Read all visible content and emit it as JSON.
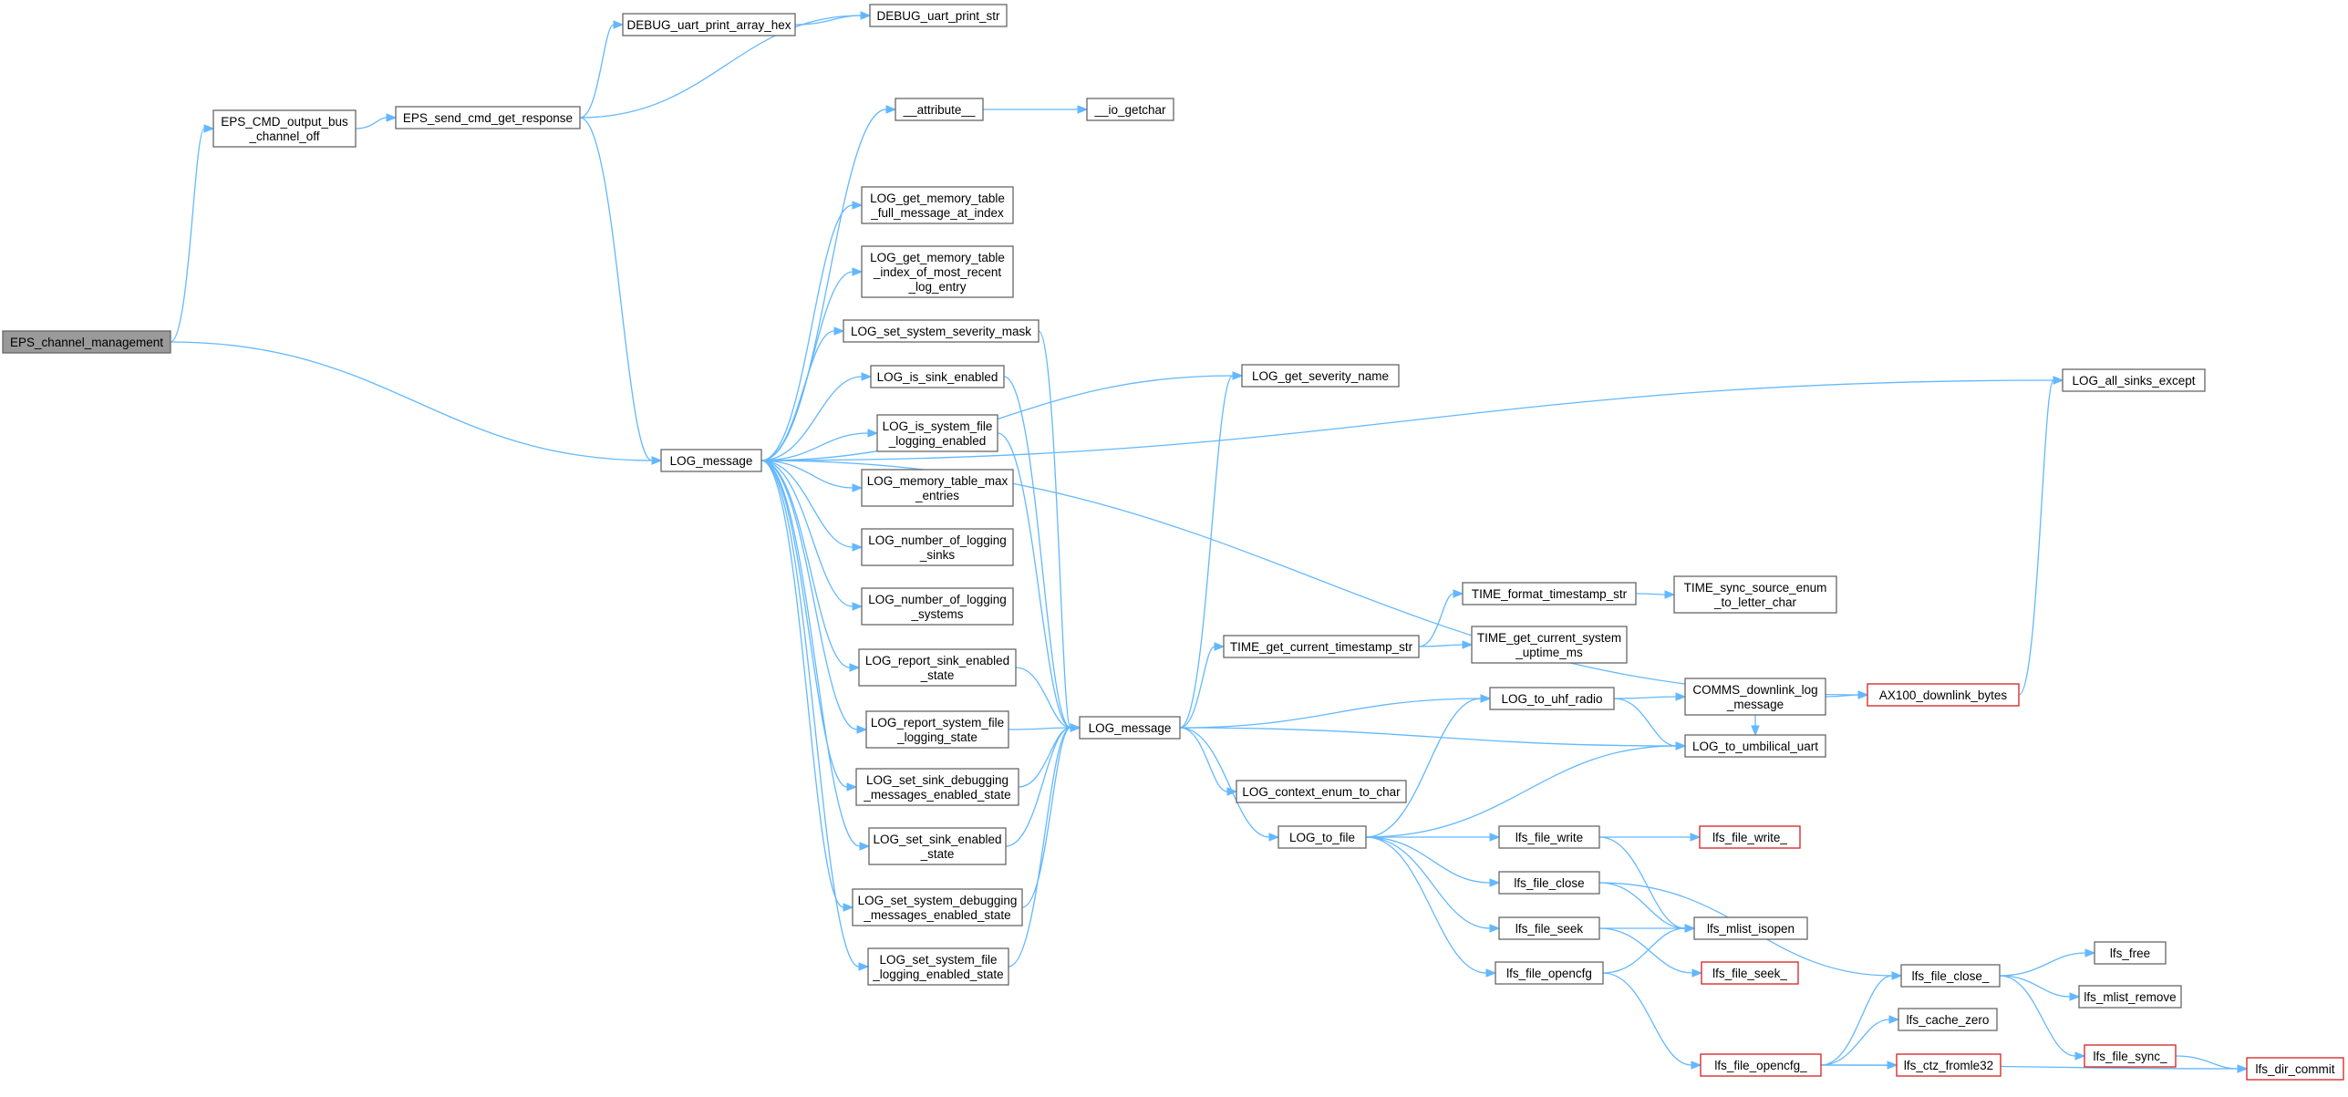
{
  "nodes": [
    {
      "id": "root",
      "label": [
        "EPS_channel_management"
      ],
      "style": "root"
    },
    {
      "id": "cmd_off",
      "label": [
        "EPS_CMD_output_bus",
        "_channel_off"
      ]
    },
    {
      "id": "send_cmd",
      "label": [
        "EPS_send_cmd_get_response"
      ]
    },
    {
      "id": "dbg_hex",
      "label": [
        "DEBUG_uart_print_array_hex"
      ]
    },
    {
      "id": "dbg_str",
      "label": [
        "DEBUG_uart_print_str"
      ]
    },
    {
      "id": "logmsg1",
      "label": [
        "LOG_message"
      ]
    },
    {
      "id": "attr",
      "label": [
        "__attribute__"
      ]
    },
    {
      "id": "getchar",
      "label": [
        "__io_getchar"
      ]
    },
    {
      "id": "gmt_full",
      "label": [
        "LOG_get_memory_table",
        "_full_message_at_index"
      ]
    },
    {
      "id": "gmt_idx",
      "label": [
        "LOG_get_memory_table",
        "_index_of_most_recent",
        "_log_entry"
      ]
    },
    {
      "id": "set_sev",
      "label": [
        "LOG_set_system_severity_mask"
      ]
    },
    {
      "id": "is_sink",
      "label": [
        "LOG_is_sink_enabled"
      ]
    },
    {
      "id": "is_sysfile",
      "label": [
        "LOG_is_system_file",
        "_logging_enabled"
      ]
    },
    {
      "id": "mem_max",
      "label": [
        "LOG_memory_table_max",
        "_entries"
      ]
    },
    {
      "id": "num_sinks",
      "label": [
        "LOG_number_of_logging",
        "_sinks"
      ]
    },
    {
      "id": "num_sys",
      "label": [
        "LOG_number_of_logging",
        "_systems"
      ]
    },
    {
      "id": "rep_sink",
      "label": [
        "LOG_report_sink_enabled",
        "_state"
      ]
    },
    {
      "id": "rep_sysfile",
      "label": [
        "LOG_report_system_file",
        "_logging_state"
      ]
    },
    {
      "id": "set_sink_dbg",
      "label": [
        "LOG_set_sink_debugging",
        "_messages_enabled_state"
      ]
    },
    {
      "id": "set_sink_en",
      "label": [
        "LOG_set_sink_enabled",
        "_state"
      ]
    },
    {
      "id": "set_sys_dbg",
      "label": [
        "LOG_set_system_debugging",
        "_messages_enabled_state"
      ]
    },
    {
      "id": "set_sys_file",
      "label": [
        "LOG_set_system_file",
        "_logging_enabled_state"
      ]
    },
    {
      "id": "logmsg2",
      "label": [
        "LOG_message"
      ]
    },
    {
      "id": "sev_name",
      "label": [
        "LOG_get_severity_name"
      ]
    },
    {
      "id": "time_cur",
      "label": [
        "TIME_get_current_timestamp_str"
      ]
    },
    {
      "id": "time_fmt",
      "label": [
        "TIME_format_timestamp_str"
      ]
    },
    {
      "id": "time_sync",
      "label": [
        "TIME_sync_source_enum",
        "_to_letter_char"
      ]
    },
    {
      "id": "time_up",
      "label": [
        "TIME_get_current_system",
        "_uptime_ms"
      ]
    },
    {
      "id": "to_uhf",
      "label": [
        "LOG_to_uhf_radio"
      ]
    },
    {
      "id": "comms",
      "label": [
        "COMMS_downlink_log",
        "_message"
      ]
    },
    {
      "id": "ax100",
      "label": [
        "AX100_downlink_bytes"
      ],
      "style": "red"
    },
    {
      "id": "all_sinks",
      "label": [
        "LOG_all_sinks_except"
      ]
    },
    {
      "id": "umb",
      "label": [
        "LOG_to_umbilical_uart"
      ]
    },
    {
      "id": "ctx",
      "label": [
        "LOG_context_enum_to_char"
      ]
    },
    {
      "id": "to_file",
      "label": [
        "LOG_to_file"
      ]
    },
    {
      "id": "fwrite",
      "label": [
        "lfs_file_write"
      ]
    },
    {
      "id": "fwrite_",
      "label": [
        "lfs_file_write_"
      ],
      "style": "red"
    },
    {
      "id": "fclose",
      "label": [
        "lfs_file_close"
      ]
    },
    {
      "id": "fseek",
      "label": [
        "lfs_file_seek"
      ]
    },
    {
      "id": "fseek_",
      "label": [
        "lfs_file_seek_"
      ],
      "style": "red"
    },
    {
      "id": "fopencfg",
      "label": [
        "lfs_file_opencfg"
      ]
    },
    {
      "id": "mlist_isopen",
      "label": [
        "lfs_mlist_isopen"
      ]
    },
    {
      "id": "fclose_",
      "label": [
        "lfs_file_close_"
      ]
    },
    {
      "id": "lfree",
      "label": [
        "lfs_free"
      ]
    },
    {
      "id": "mlist_rm",
      "label": [
        "lfs_mlist_remove"
      ]
    },
    {
      "id": "fsync_",
      "label": [
        "lfs_file_sync_"
      ],
      "style": "red"
    },
    {
      "id": "dircommit",
      "label": [
        "lfs_dir_commit"
      ],
      "style": "red"
    },
    {
      "id": "fopencfg_",
      "label": [
        "lfs_file_opencfg_"
      ],
      "style": "red"
    },
    {
      "id": "cache0",
      "label": [
        "lfs_cache_zero"
      ]
    },
    {
      "id": "ctz",
      "label": [
        "lfs_ctz_fromle32"
      ],
      "style": "red"
    }
  ],
  "edges": [
    [
      "root",
      "cmd_off"
    ],
    [
      "root",
      "logmsg1"
    ],
    [
      "cmd_off",
      "send_cmd"
    ],
    [
      "send_cmd",
      "dbg_hex"
    ],
    [
      "send_cmd",
      "dbg_str"
    ],
    [
      "send_cmd",
      "logmsg1"
    ],
    [
      "dbg_hex",
      "dbg_str"
    ],
    [
      "logmsg1",
      "attr"
    ],
    [
      "logmsg1",
      "all_sinks"
    ],
    [
      "logmsg1",
      "sev_name"
    ],
    [
      "logmsg1",
      "gmt_full"
    ],
    [
      "logmsg1",
      "gmt_idx"
    ],
    [
      "logmsg1",
      "set_sev"
    ],
    [
      "logmsg1",
      "is_sink"
    ],
    [
      "logmsg1",
      "is_sysfile"
    ],
    [
      "logmsg1",
      "mem_max"
    ],
    [
      "logmsg1",
      "num_sinks"
    ],
    [
      "logmsg1",
      "num_sys"
    ],
    [
      "logmsg1",
      "rep_sink"
    ],
    [
      "logmsg1",
      "rep_sysfile"
    ],
    [
      "logmsg1",
      "set_sink_dbg"
    ],
    [
      "logmsg1",
      "set_sink_en"
    ],
    [
      "logmsg1",
      "set_sys_dbg"
    ],
    [
      "logmsg1",
      "set_sys_file"
    ],
    [
      "logmsg1",
      "ax100"
    ],
    [
      "attr",
      "getchar"
    ],
    [
      "set_sev",
      "logmsg2"
    ],
    [
      "is_sink",
      "logmsg2"
    ],
    [
      "is_sysfile",
      "logmsg2"
    ],
    [
      "rep_sink",
      "logmsg2"
    ],
    [
      "rep_sysfile",
      "logmsg2"
    ],
    [
      "set_sink_dbg",
      "logmsg2"
    ],
    [
      "set_sink_en",
      "logmsg2"
    ],
    [
      "set_sys_dbg",
      "logmsg2"
    ],
    [
      "set_sys_file",
      "logmsg2"
    ],
    [
      "logmsg2",
      "sev_name"
    ],
    [
      "logmsg2",
      "time_cur"
    ],
    [
      "logmsg2",
      "to_uhf"
    ],
    [
      "logmsg2",
      "umb"
    ],
    [
      "logmsg2",
      "ctx"
    ],
    [
      "logmsg2",
      "to_file"
    ],
    [
      "time_cur",
      "time_fmt"
    ],
    [
      "time_cur",
      "time_up"
    ],
    [
      "time_fmt",
      "time_sync"
    ],
    [
      "to_uhf",
      "comms"
    ],
    [
      "to_uhf",
      "umb"
    ],
    [
      "comms",
      "ax100"
    ],
    [
      "comms",
      "umb"
    ],
    [
      "ax100",
      "all_sinks"
    ],
    [
      "to_file",
      "to_uhf"
    ],
    [
      "to_file",
      "umb"
    ],
    [
      "to_file",
      "fwrite"
    ],
    [
      "to_file",
      "fclose"
    ],
    [
      "to_file",
      "fseek"
    ],
    [
      "to_file",
      "fopencfg"
    ],
    [
      "fwrite",
      "fwrite_"
    ],
    [
      "fwrite",
      "mlist_isopen"
    ],
    [
      "fclose",
      "mlist_isopen"
    ],
    [
      "fclose",
      "fclose_"
    ],
    [
      "fseek",
      "mlist_isopen"
    ],
    [
      "fseek",
      "fseek_"
    ],
    [
      "fopencfg",
      "mlist_isopen"
    ],
    [
      "fopencfg",
      "fopencfg_"
    ],
    [
      "fclose_",
      "lfree"
    ],
    [
      "fclose_",
      "mlist_rm"
    ],
    [
      "fclose_",
      "fsync_"
    ],
    [
      "fsync_",
      "dircommit"
    ],
    [
      "fopencfg_",
      "fclose_"
    ],
    [
      "fopencfg_",
      "cache0"
    ],
    [
      "fopencfg_",
      "ctz"
    ],
    [
      "fopencfg_",
      "dircommit"
    ]
  ]
}
